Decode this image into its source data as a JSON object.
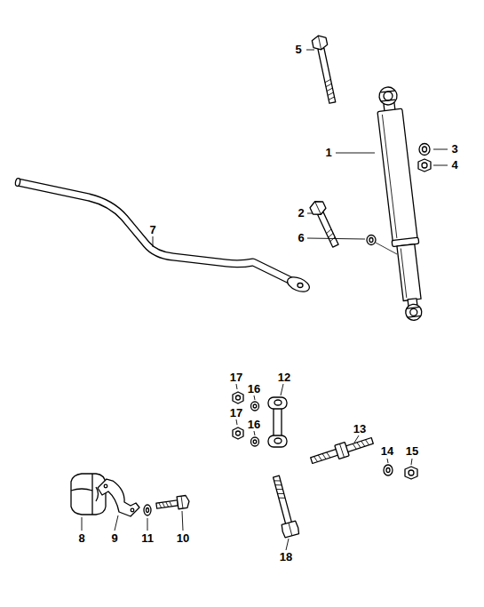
{
  "diagram": {
    "labels": [
      "5",
      "1",
      "3",
      "4",
      "2",
      "6",
      "7",
      "17",
      "16",
      "12",
      "17",
      "16",
      "13",
      "14",
      "15",
      "8",
      "9",
      "11",
      "10",
      "18"
    ]
  }
}
